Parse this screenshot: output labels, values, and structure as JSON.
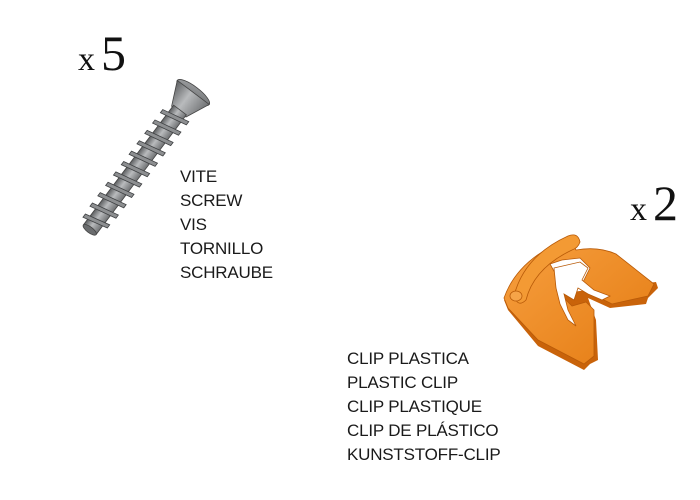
{
  "screw": {
    "quantity_prefix": "x",
    "quantity": "5",
    "icon": "screw-icon",
    "color": "#8a8c8e",
    "labels": [
      "VITE",
      "SCREW",
      "VIS",
      "TORNILLO",
      "SCHRAUBE"
    ]
  },
  "clip": {
    "quantity_prefix": "x",
    "quantity": "2",
    "icon": "plastic-clip-icon",
    "color": "#f08a1c",
    "labels": [
      "CLIP PLASTICA",
      "PLASTIC CLIP",
      "CLIP PLASTIQUE",
      "CLIP DE PLÁSTICO",
      "KUNSTSTOFF-CLIP"
    ]
  }
}
